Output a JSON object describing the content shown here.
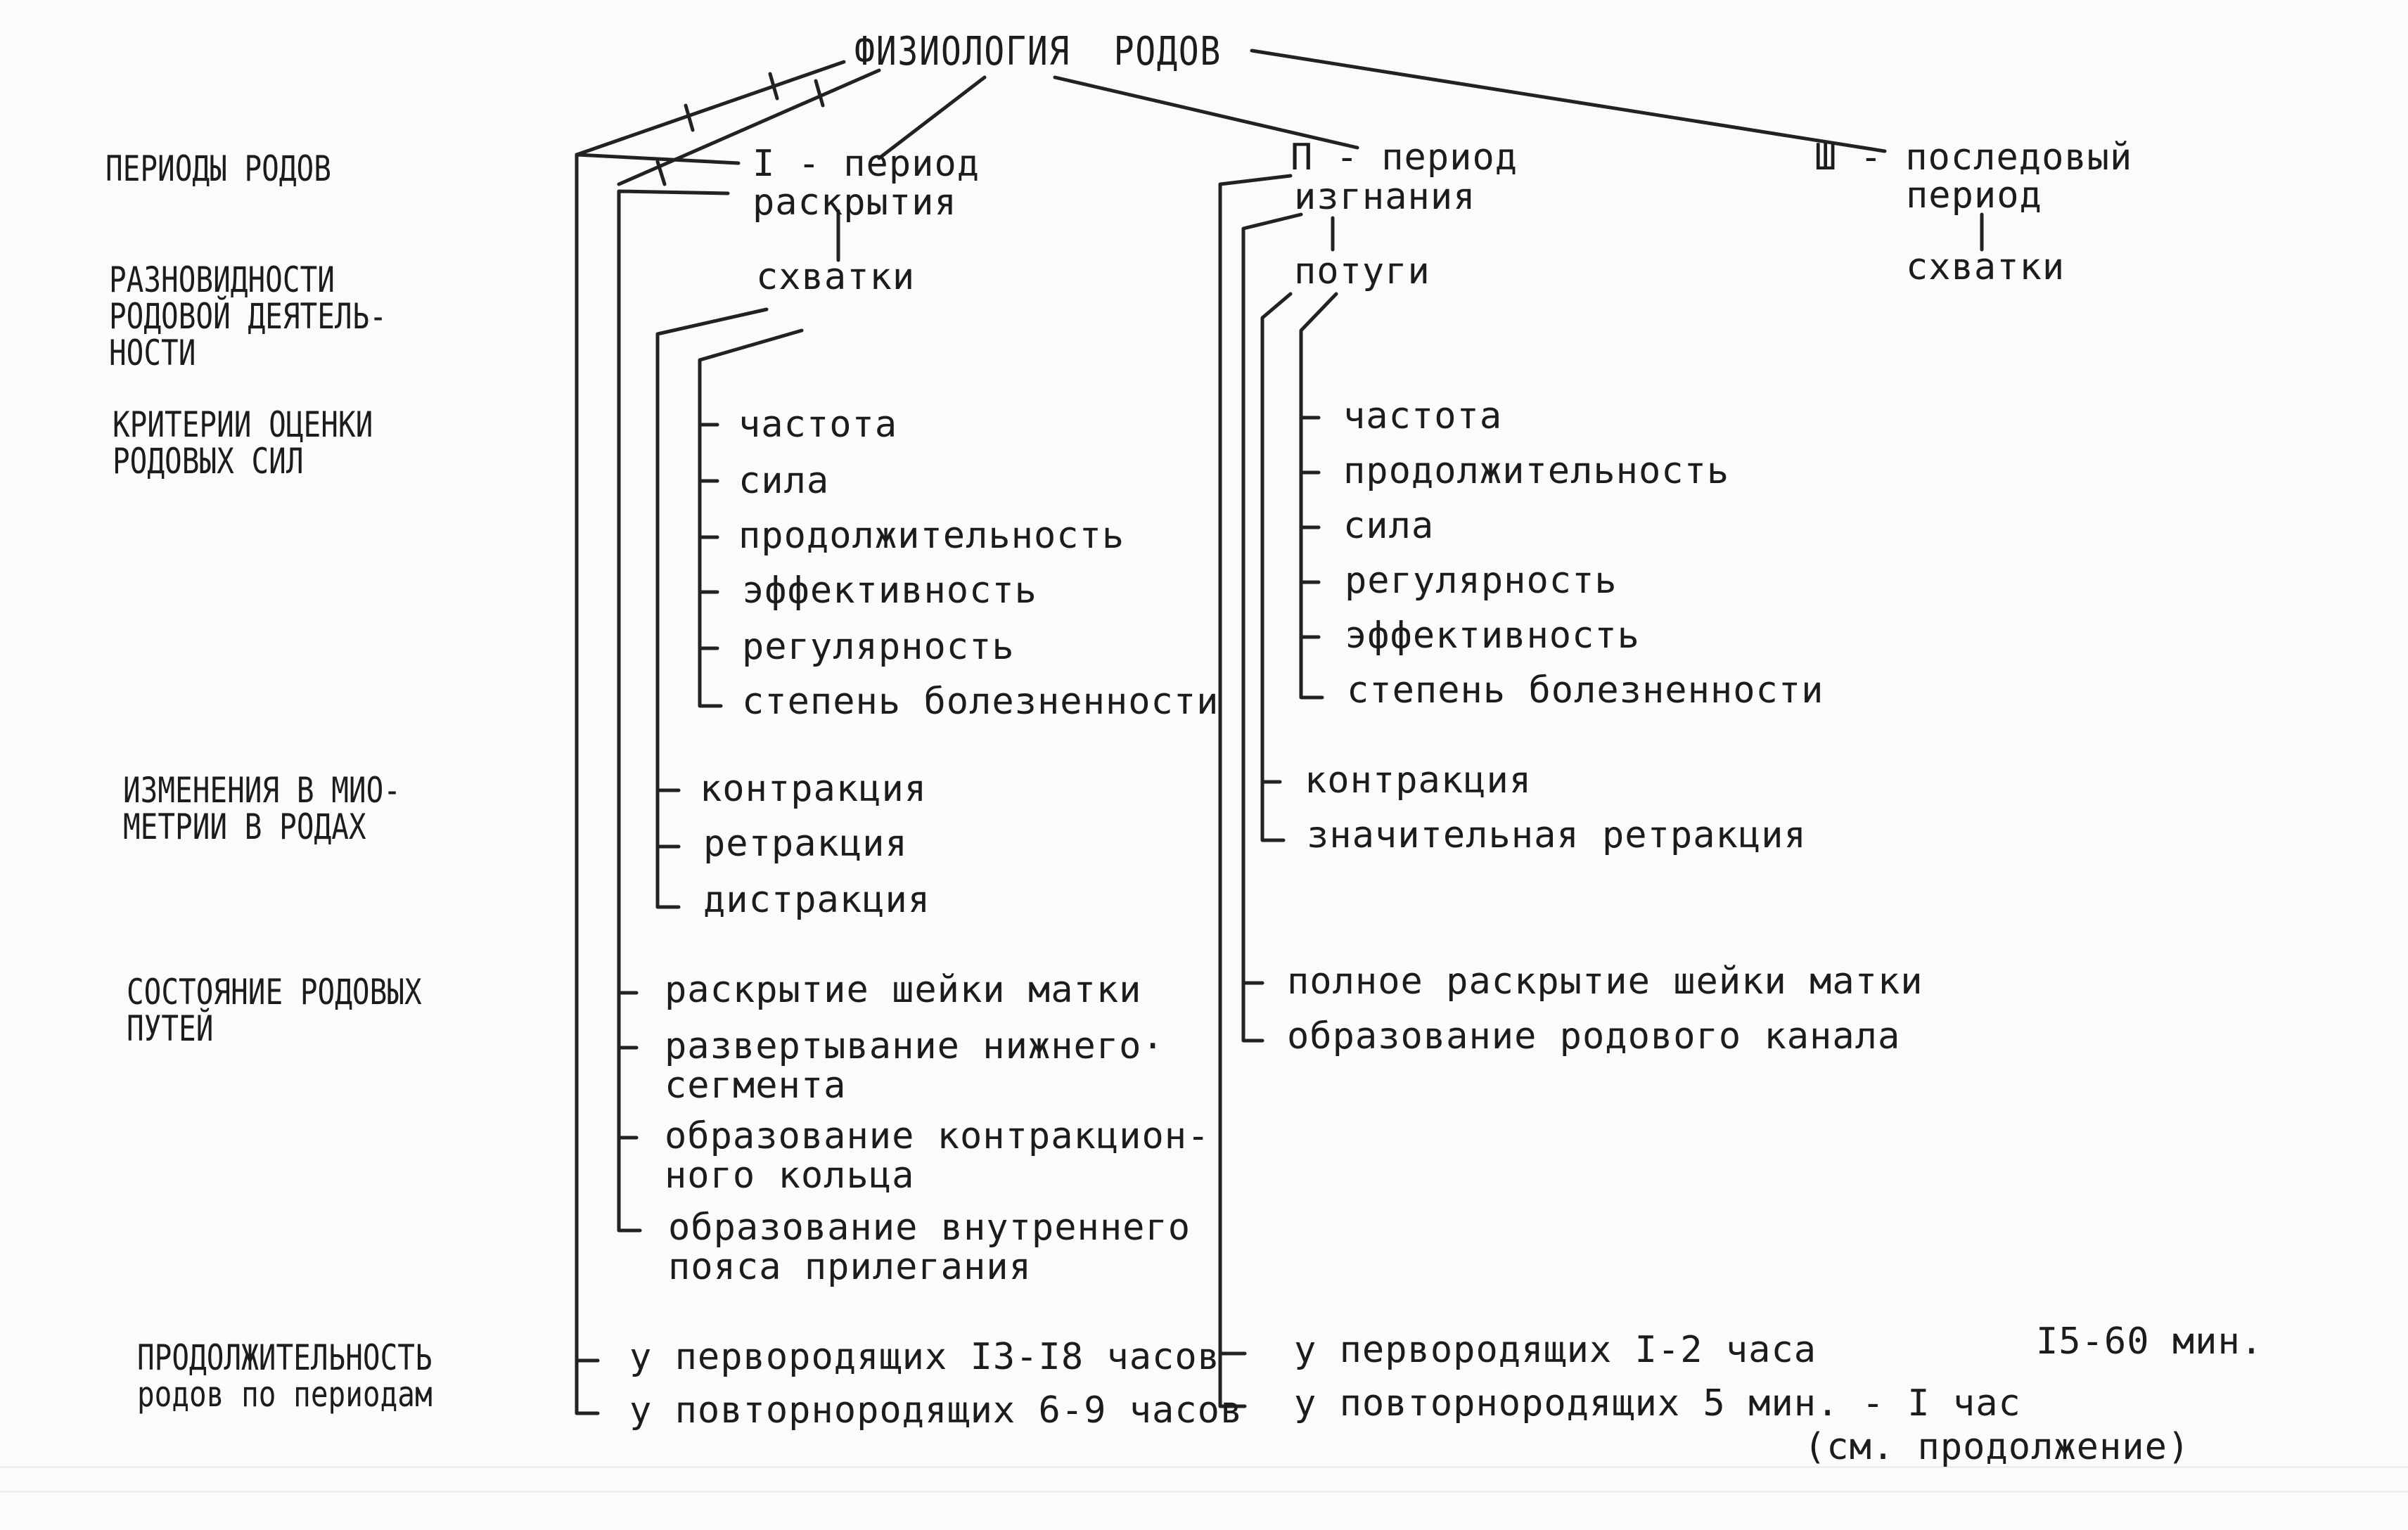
{
  "title": "ФИЗИОЛОГИЯ  РОДОВ",
  "row_labels": {
    "periods": "ПЕРИОДЫ РОДОВ",
    "varieties": [
      "РАЗНОВИДНОСТИ",
      "РОДОВОЙ ДЕЯТЕЛЬ-",
      "НОСТИ"
    ],
    "criteria": [
      "КРИТЕРИИ ОЦЕНКИ",
      "РОДОВЫХ СИЛ"
    ],
    "myometrium": [
      "ИЗМЕНЕНИЯ В МИО-",
      "МЕТРИИ В РОДАХ"
    ],
    "birth_canal": [
      "СОСТОЯНИЕ РОДОВЫХ",
      "ПУТЕЙ"
    ],
    "duration": [
      "ПРОДОЛЖИТЕЛЬНОСТЬ",
      "родов по периодам"
    ]
  },
  "period1": {
    "name": [
      "I - период",
      "раскрытия"
    ],
    "activity": "схватки",
    "criteria": [
      "частота",
      "сила",
      "продолжительность",
      "эффективность",
      "регулярность",
      "степень болезненности"
    ],
    "myometrium": [
      "контракция",
      "ретракция",
      "дистракция"
    ],
    "canal": [
      [
        "раскрытие шейки матки"
      ],
      [
        "развертывание нижнего·",
        "сегмента"
      ],
      [
        "образование контракцион-",
        "ного кольца"
      ],
      [
        "образование внутреннего",
        "пояса прилегания"
      ]
    ],
    "duration": [
      "у первородящих I3-I8 часов",
      "у повторнородящих 6-9 часов"
    ]
  },
  "period2": {
    "name": [
      "П - период",
      "изгнания"
    ],
    "activity": "потуги",
    "criteria": [
      "частота",
      "продолжительность",
      "сила",
      "регулярность",
      "эффективность",
      "степень болезненности"
    ],
    "myometrium": [
      "контракция",
      "значительная ретракция"
    ],
    "canal": [
      "полное раскрытие шейки матки",
      "образование родового канала"
    ],
    "duration": [
      "у первородящих I-2 часа",
      "у повторнородящих 5 мин. - I час"
    ]
  },
  "period3": {
    "name": [
      "Ш - последовый",
      "период"
    ],
    "activity": "схватки",
    "duration": "I5-60 мин."
  },
  "footnote": "(см. продолжение)"
}
